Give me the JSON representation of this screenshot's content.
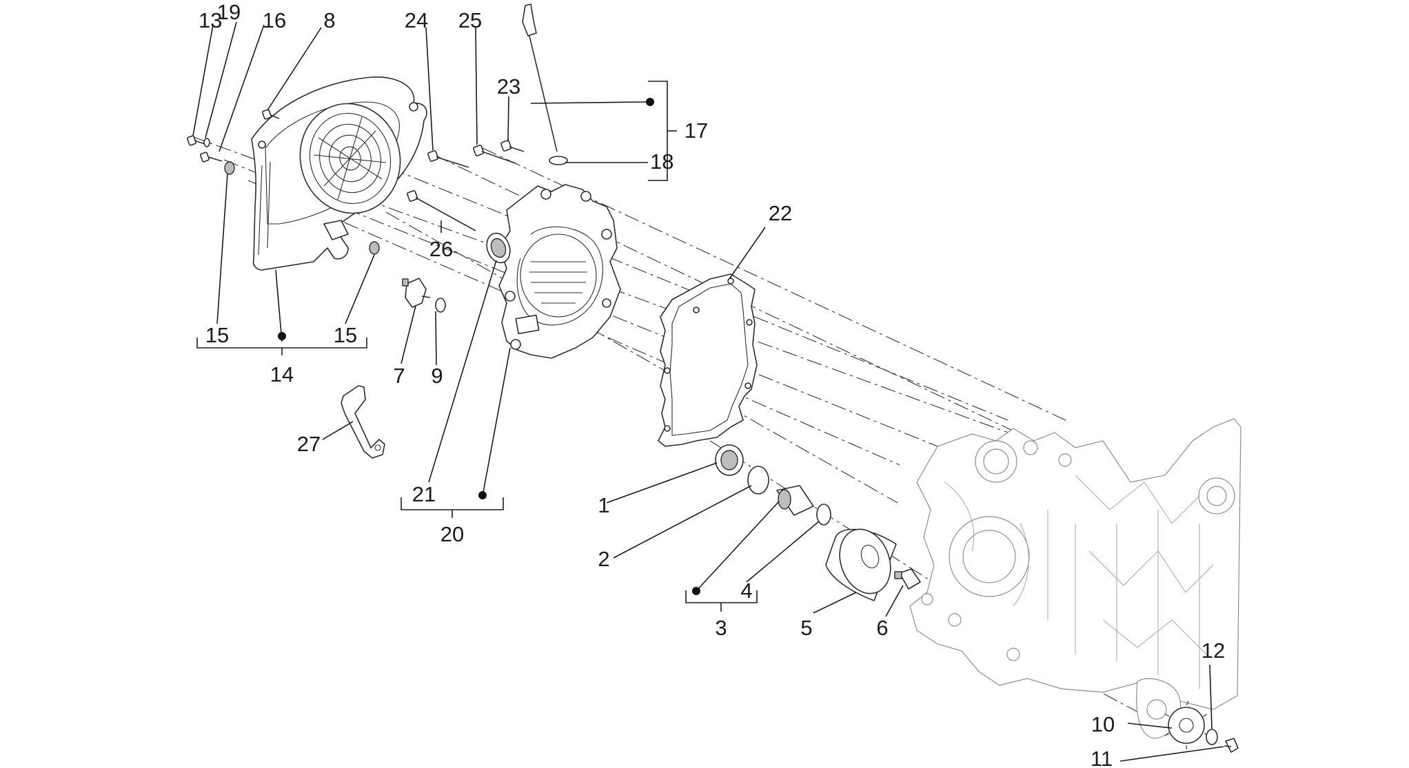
{
  "diagram": {
    "callouts": [
      {
        "id": "c1",
        "label": "1"
      },
      {
        "id": "c2",
        "label": "2"
      },
      {
        "id": "c3",
        "label": "3"
      },
      {
        "id": "c4",
        "label": "4"
      },
      {
        "id": "c5",
        "label": "5"
      },
      {
        "id": "c6",
        "label": "6"
      },
      {
        "id": "c7",
        "label": "7"
      },
      {
        "id": "c8",
        "label": "8"
      },
      {
        "id": "c9",
        "label": "9"
      },
      {
        "id": "c10",
        "label": "10"
      },
      {
        "id": "c11",
        "label": "11"
      },
      {
        "id": "c12",
        "label": "12"
      },
      {
        "id": "c13",
        "label": "13"
      },
      {
        "id": "c14",
        "label": "14"
      },
      {
        "id": "c15a",
        "label": "15"
      },
      {
        "id": "c15b",
        "label": "15"
      },
      {
        "id": "c16",
        "label": "16"
      },
      {
        "id": "c17",
        "label": "17"
      },
      {
        "id": "c18",
        "label": "18"
      },
      {
        "id": "c19",
        "label": "19"
      },
      {
        "id": "c20",
        "label": "20"
      },
      {
        "id": "c21",
        "label": "21"
      },
      {
        "id": "c22",
        "label": "22"
      },
      {
        "id": "c23",
        "label": "23"
      },
      {
        "id": "c24",
        "label": "24"
      },
      {
        "id": "c25",
        "label": "25"
      },
      {
        "id": "c26",
        "label": "26"
      },
      {
        "id": "c27",
        "label": "27"
      }
    ]
  }
}
